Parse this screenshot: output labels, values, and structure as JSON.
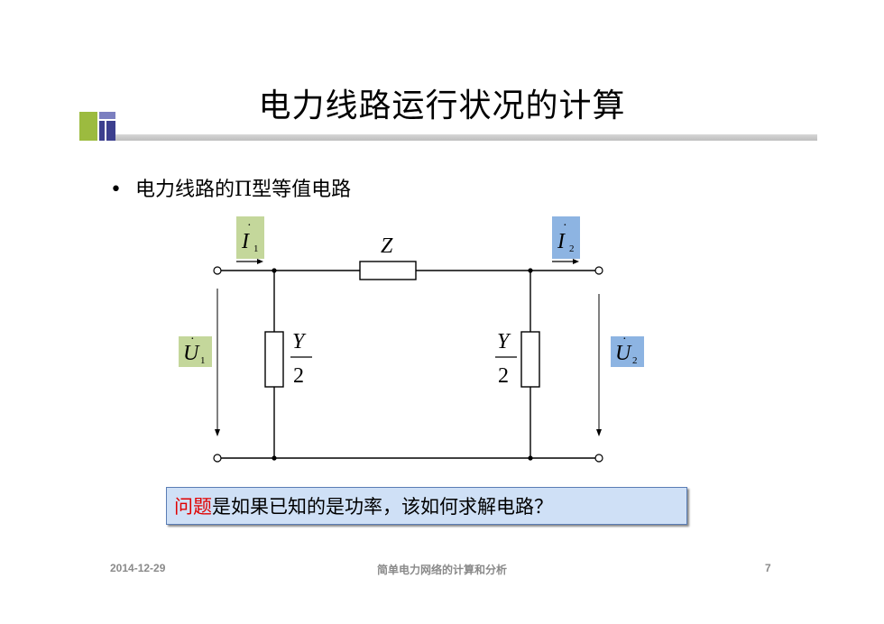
{
  "title": "电力线路运行状况的计算",
  "bullet": {
    "marker": "•",
    "text": "电力线路的Π型等值电路"
  },
  "circuit": {
    "current_left": {
      "symbol": "I",
      "subscript": "1"
    },
    "current_right": {
      "symbol": "I",
      "subscript": "2"
    },
    "voltage_left": {
      "symbol": "U",
      "subscript": "1"
    },
    "voltage_right": {
      "symbol": "U",
      "subscript": "2"
    },
    "series_impedance": "Z",
    "shunt_left": {
      "numerator": "Y",
      "denominator": "2"
    },
    "shunt_right": {
      "numerator": "Y",
      "denominator": "2"
    },
    "colors": {
      "green_label": "#c4d79b",
      "blue_label": "#8db4e2"
    }
  },
  "question": {
    "highlight": "问题",
    "rest": "是如果已知的是功率，该如何求解电路？"
  },
  "footer": {
    "date": "2014-12-29",
    "course": "简单电力网络的计算和分析",
    "page": "7"
  }
}
